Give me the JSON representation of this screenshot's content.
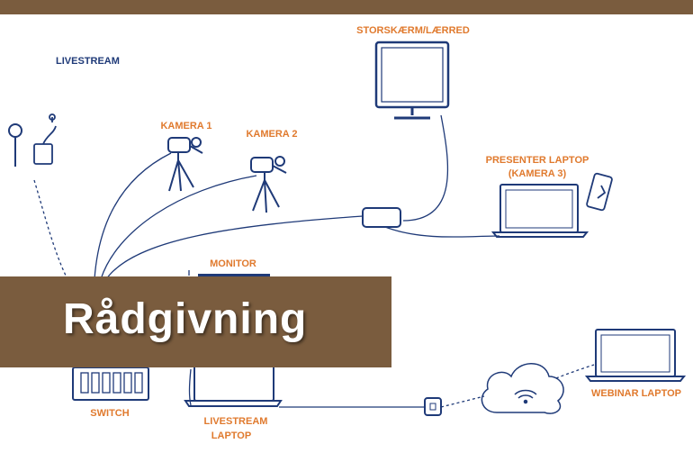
{
  "colors": {
    "accent": "#e07a2e",
    "line": "#1f3a78",
    "banner": "#7a5c3e"
  },
  "labels": {
    "livestream": "LIVESTREAM",
    "storskaerm": "STORSKÆRM/LÆRRED",
    "kamera1": "KAMERA 1",
    "kamera2": "KAMERA 2",
    "presenter_line1": "PRESENTER LAPTOP",
    "presenter_line2": "(KAMERA 3)",
    "monitor": "MONITOR",
    "switch": "SWITCH",
    "livestream_laptop_line1": "LIVESTREAM",
    "livestream_laptop_line2": "LAPTOP",
    "webinar_laptop": "WEBINAR LAPTOP"
  },
  "banner": {
    "text": "Rådgivning"
  }
}
